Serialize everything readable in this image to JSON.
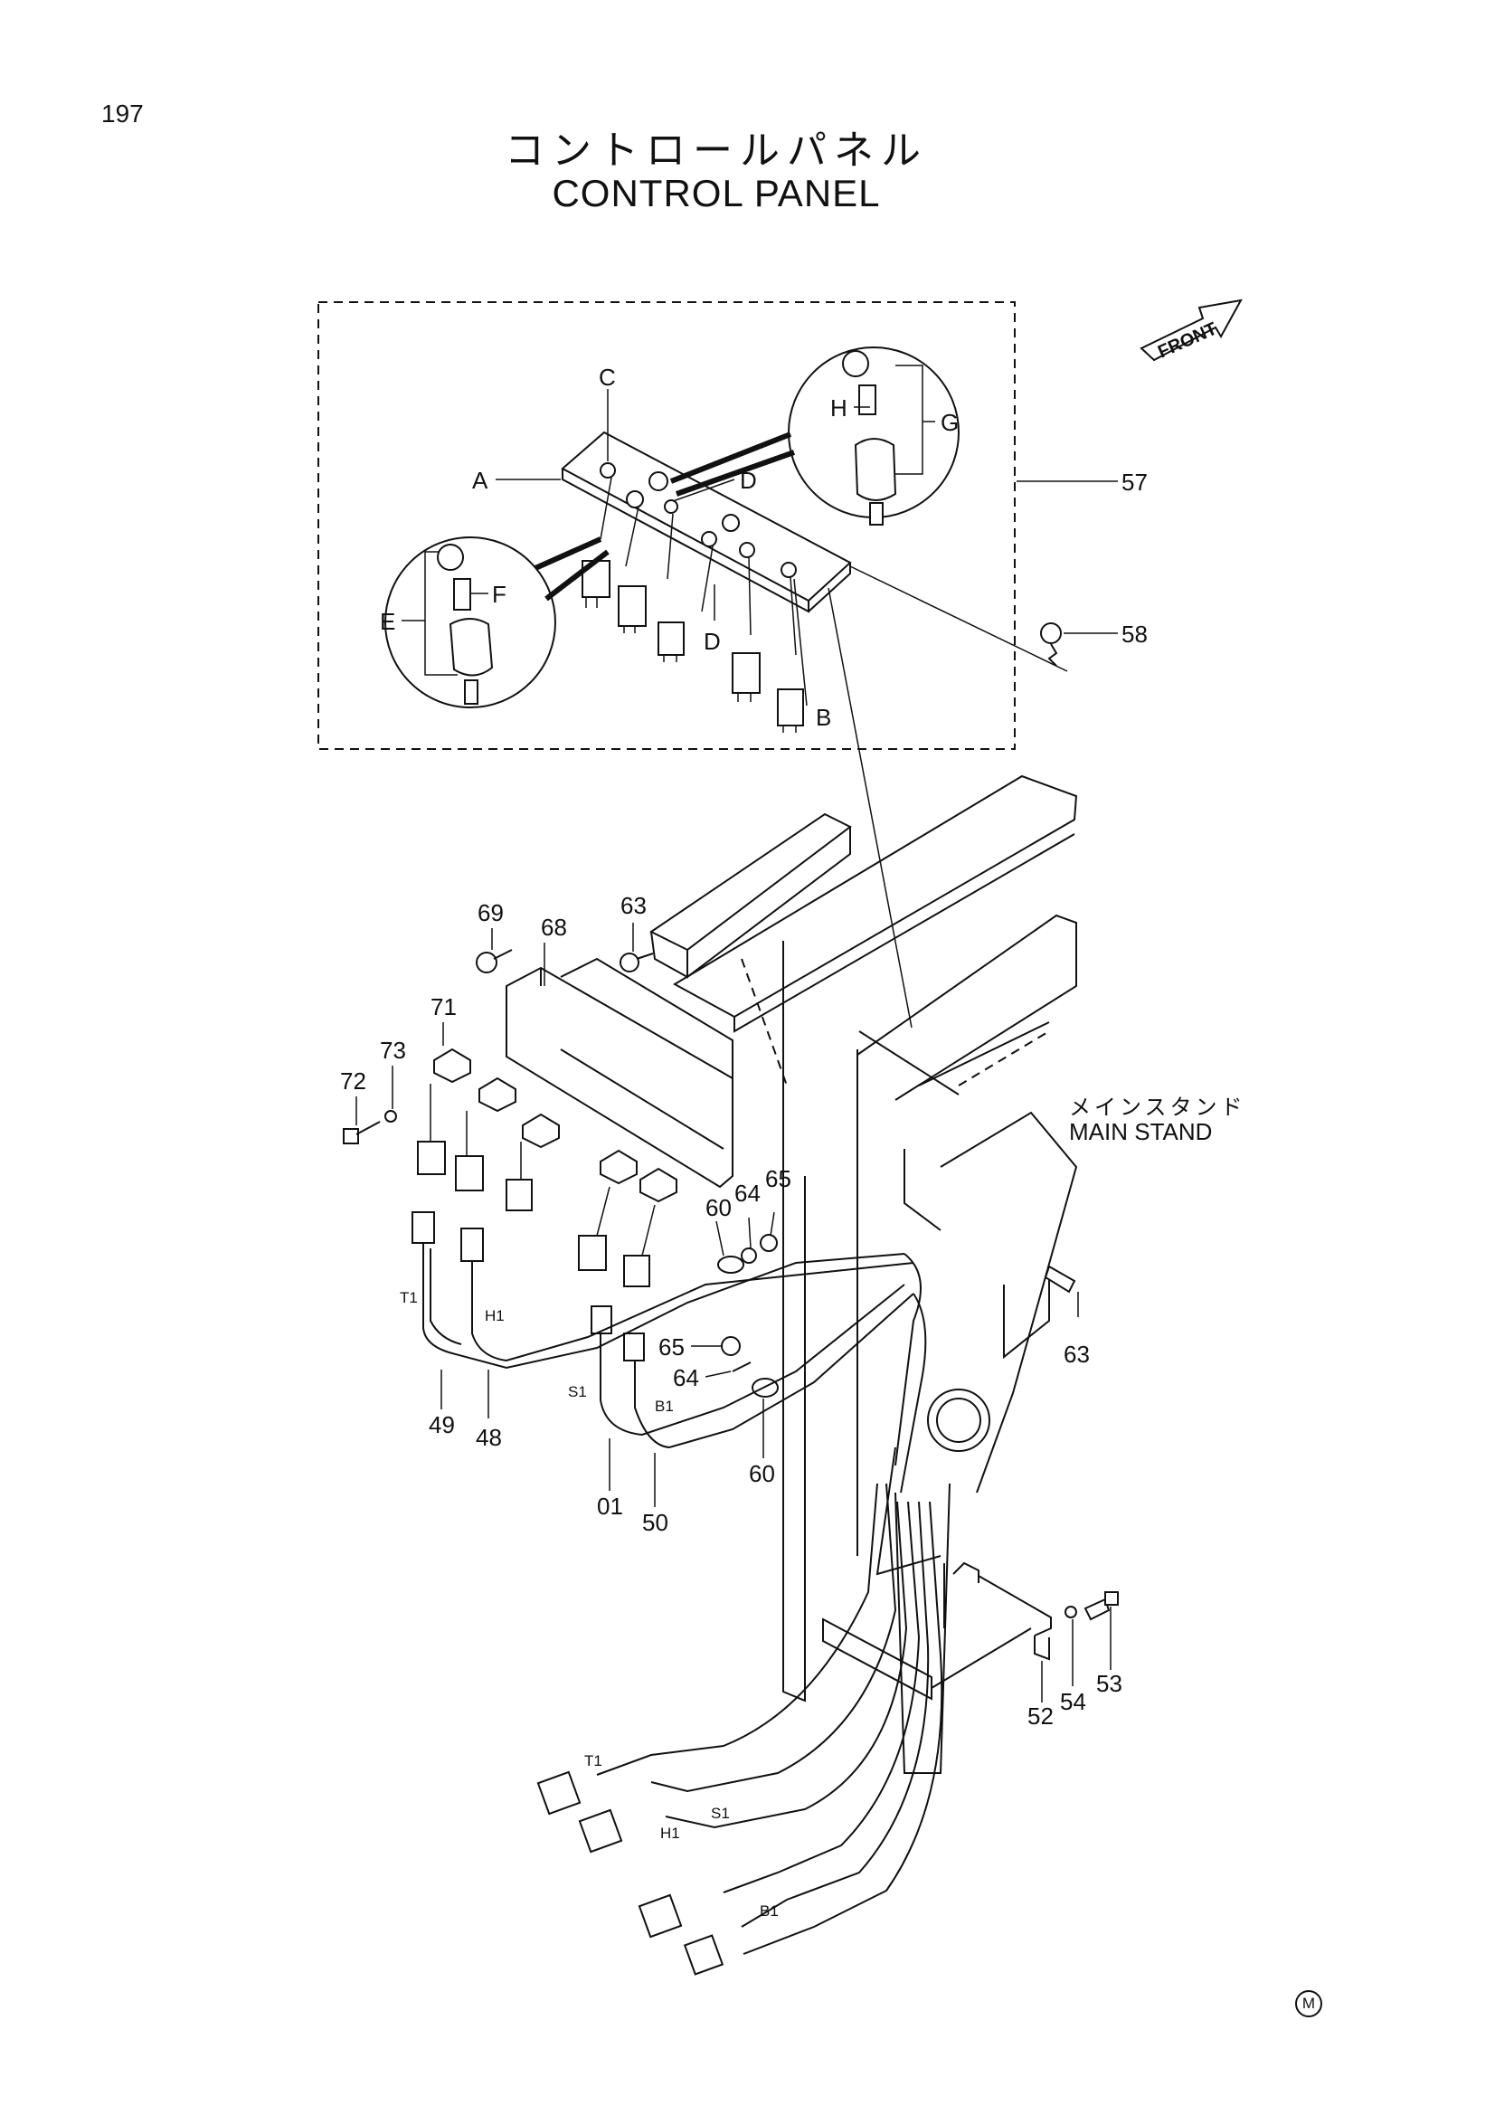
{
  "page_number": "197",
  "title_jp": "コントロールパネル",
  "title_en": "CONTROL PANEL",
  "front_label": "FRONT",
  "main_stand_jp": "メインスタンド",
  "main_stand_en": "MAIN STAND",
  "corner_mark": "M",
  "callouts": {
    "c57": "57",
    "c58": "58",
    "c69": "69",
    "c63a": "63",
    "c68": "68",
    "c71": "71",
    "c72": "72",
    "c73": "73",
    "c60a": "60",
    "c64a": "64",
    "c65a": "65",
    "c65b": "65",
    "c64b": "64",
    "c63b": "63",
    "c49": "49",
    "c48": "48",
    "c01": "01",
    "c50": "50",
    "c60b": "60",
    "c52": "52",
    "c54": "54",
    "c53": "53"
  },
  "letters": {
    "A": "A",
    "B": "B",
    "C": "C",
    "D1": "D",
    "D2": "D",
    "E": "E",
    "F": "F",
    "G": "G",
    "H": "H"
  },
  "wire_tags": {
    "T1a": "T1",
    "H1a": "H1",
    "S1a": "S1",
    "B1a": "B1",
    "T1b": "T1",
    "H1b": "H1",
    "S1b": "S1",
    "B1b": "B1"
  }
}
